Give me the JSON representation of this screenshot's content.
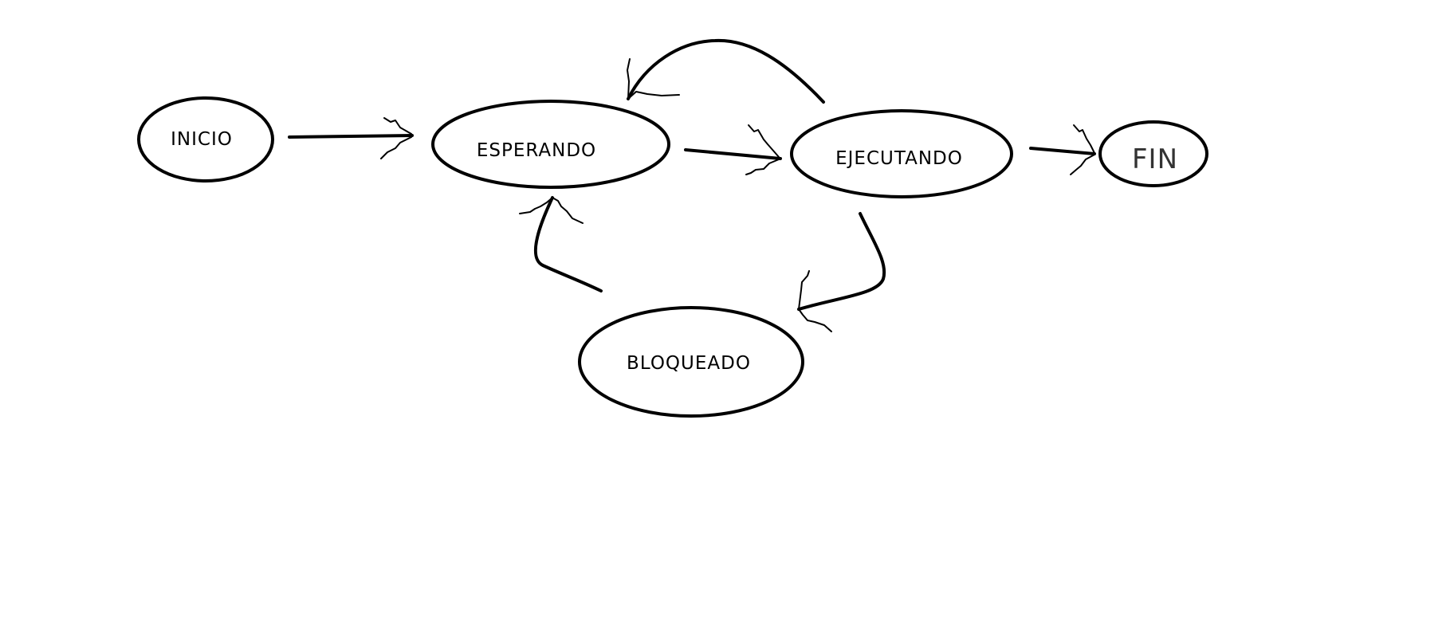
{
  "diagram": {
    "type": "state-diagram",
    "nodes": [
      {
        "id": "inicio",
        "label": "INICIO"
      },
      {
        "id": "esperando",
        "label": "ESPERANDO"
      },
      {
        "id": "ejecutando",
        "label": "EJECUTANDO"
      },
      {
        "id": "fin",
        "label": "FIN"
      },
      {
        "id": "bloqueado",
        "label": "BLOQUEADO"
      }
    ],
    "edges": [
      {
        "from": "inicio",
        "to": "esperando"
      },
      {
        "from": "esperando",
        "to": "ejecutando"
      },
      {
        "from": "ejecutando",
        "to": "esperando"
      },
      {
        "from": "ejecutando",
        "to": "fin"
      },
      {
        "from": "ejecutando",
        "to": "bloqueado"
      },
      {
        "from": "bloqueado",
        "to": "esperando"
      }
    ],
    "colors": {
      "stroke": "#000000",
      "background": "#ffffff"
    }
  }
}
